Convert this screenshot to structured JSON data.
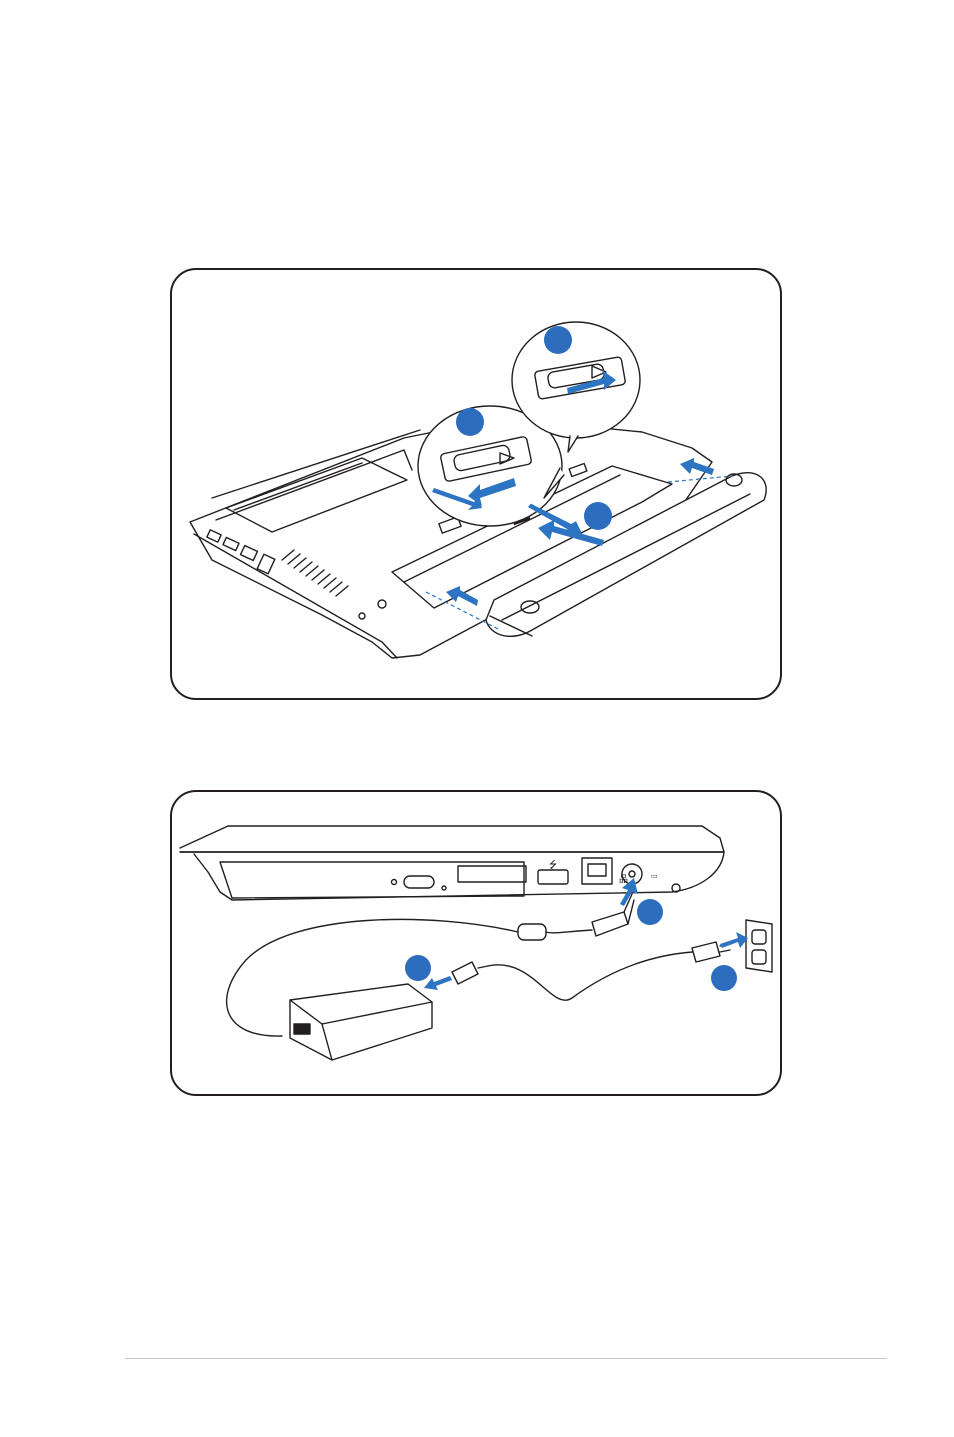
{
  "figures": [
    {
      "id": "battery-install",
      "steps": 3
    },
    {
      "id": "power-connect",
      "steps": 3
    }
  ],
  "colors": {
    "step_badge": "#2d6dbe",
    "arrow": "#2d74c2",
    "line_art": "#231f20",
    "footer_rule": "#c8c8c8"
  },
  "icons": [
    "usb-icon",
    "lan-icon",
    "dc-in-icon"
  ]
}
